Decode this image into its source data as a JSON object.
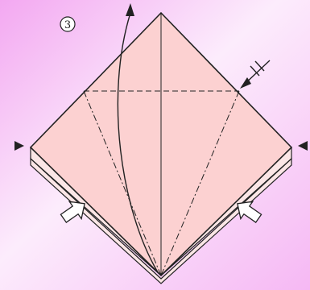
{
  "step_number": "3",
  "colors": {
    "background_start": "#f3a8f1",
    "background_mid": "#fcecfc",
    "background_end": "#f6b8f4",
    "paper": "#fcd1d1",
    "back_flap": "#fbe6e6",
    "line": "#222222",
    "arrow_fill": "#ffffff"
  },
  "icons": {
    "step": "circled-number",
    "left_marker": "triangle-arrowhead-right",
    "right_marker": "triangle-arrowhead-left",
    "fold_arrow": "curved-arrow-up",
    "crease_arrow": "fold-and-unfold-arrow",
    "push_arrows": "push-arrow"
  }
}
